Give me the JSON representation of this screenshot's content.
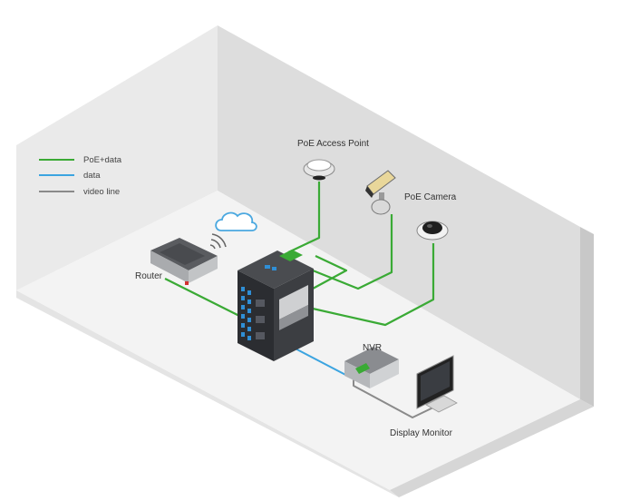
{
  "legend": {
    "items": [
      {
        "label": "PoE+data",
        "color": "#3aaa35"
      },
      {
        "label": "data",
        "color": "#3ba4e0"
      },
      {
        "label": "video line",
        "color": "#8a8a8a"
      }
    ]
  },
  "devices": {
    "access_point": {
      "label": "PoE Access Point"
    },
    "camera": {
      "label": "PoE Camera"
    },
    "router": {
      "label": "Router"
    },
    "nvr": {
      "label": "NVR"
    },
    "monitor": {
      "label": "Display Monitor"
    }
  },
  "colors": {
    "wall_back": "#e2e2e2",
    "wall_left": "#ececec",
    "wall_right": "#cfcfcf",
    "floor": "#f4f4f4",
    "switch_body": "#2d2f33",
    "port_accent": "#2f8fd6"
  }
}
